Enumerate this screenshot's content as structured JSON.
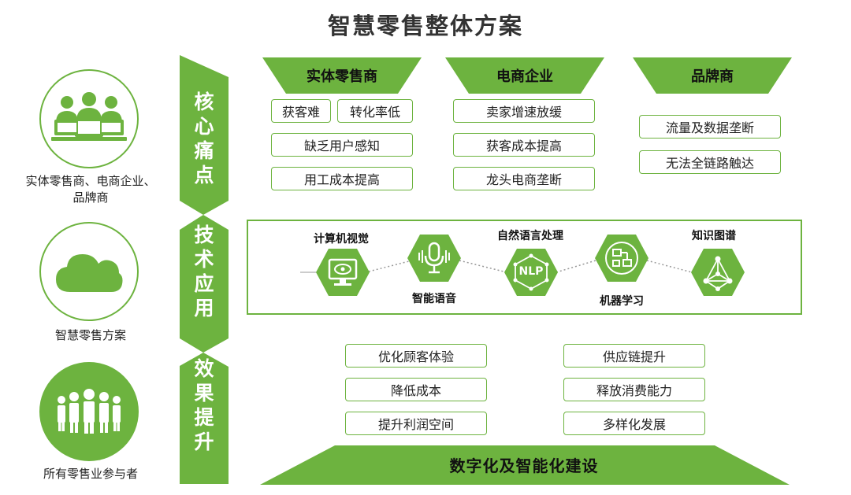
{
  "title": "智慧零售整体方案",
  "colors": {
    "accent": "#6db33f",
    "accent_dark": "#4e8f2a",
    "text": "#222222"
  },
  "left_column": [
    {
      "icon": "people-at-computers-icon",
      "label_line1": "实体零售商、电商企业、",
      "label_line2": "品牌商"
    },
    {
      "icon": "cloud-icon",
      "label_line1": "智慧零售方案",
      "label_line2": ""
    },
    {
      "icon": "crowd-people-icon",
      "label_line1": "所有零售业参与者",
      "label_line2": ""
    }
  ],
  "band": {
    "pain": "核心痛点",
    "tech": "技术应用",
    "effect": "效果提升"
  },
  "pain_points": {
    "physical": {
      "header": "实体零售商",
      "items": [
        "获客难",
        "转化率低",
        "缺乏用户感知",
        "用工成本提高"
      ]
    },
    "ecommerce": {
      "header": "电商企业",
      "items": [
        "卖家增速放缓",
        "获客成本提高",
        "龙头电商垄断"
      ]
    },
    "brand": {
      "header": "品牌商",
      "items": [
        "流量及数据垄断",
        "无法全链路触达"
      ]
    }
  },
  "tech": {
    "nodes": [
      {
        "label": "计算机视觉",
        "icon": "monitor-eye-icon"
      },
      {
        "label": "智能语音",
        "icon": "microphone-icon"
      },
      {
        "label": "自然语言处理",
        "icon": "nlp-network-icon",
        "glyph": "NLP"
      },
      {
        "label": "机器学习",
        "icon": "flowchart-icon"
      },
      {
        "label": "知识图谱",
        "icon": "knowledge-graph-icon"
      }
    ]
  },
  "effects": {
    "left": [
      "优化顾客体验",
      "降低成本",
      "提升利润空间"
    ],
    "right": [
      "供应链提升",
      "释放消费能力",
      "多样化发展"
    ]
  },
  "bottom_bar": "数字化及智能化建设"
}
